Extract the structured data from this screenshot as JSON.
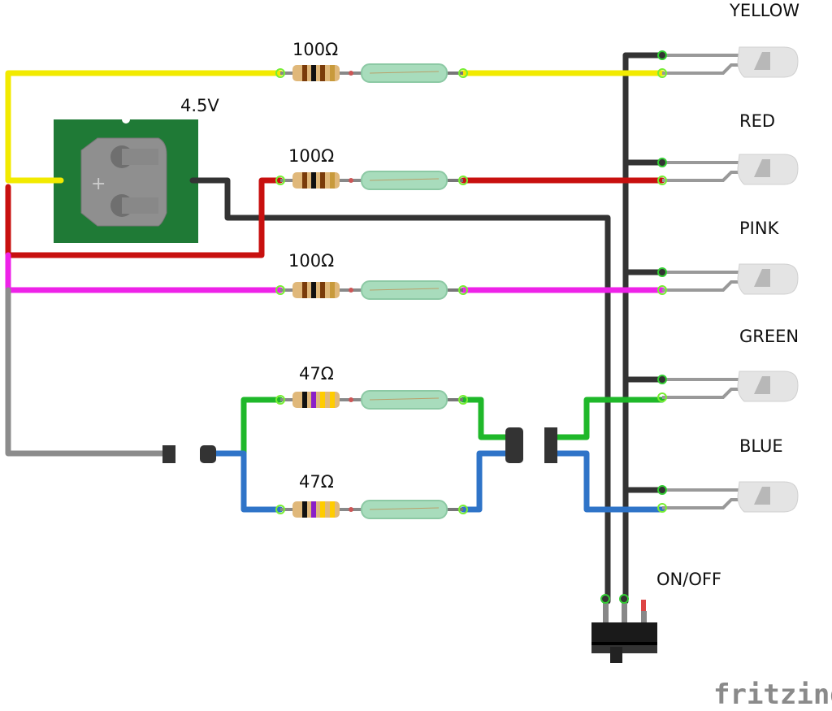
{
  "labels": {
    "battery": "4.5V",
    "r1": "100Ω",
    "r2": "100Ω",
    "r3": "100Ω",
    "r4": "47Ω",
    "r5": "47Ω",
    "led_yellow": "YELLOW",
    "led_red": "RED",
    "led_pink": "PINK",
    "led_green": "GREEN",
    "led_blue": "BLUE",
    "switch": "ON/OFF"
  },
  "logo": "fritzing",
  "wire_colors": {
    "yellow": "#f2ea00",
    "red": "#c8100f",
    "pink": "#ee22e8",
    "gray": "#8c8c8c",
    "black": "#333333",
    "green": "#1fb82a",
    "blue": "#2f74c8"
  },
  "resistor_bands": {
    "100": [
      "#7a3b0a",
      "#111111",
      "#7a3b0a",
      "#c89a3c"
    ],
    "47": [
      "#111111",
      "#8a1fc8",
      "#ffcc00",
      "#ffcc00"
    ]
  }
}
